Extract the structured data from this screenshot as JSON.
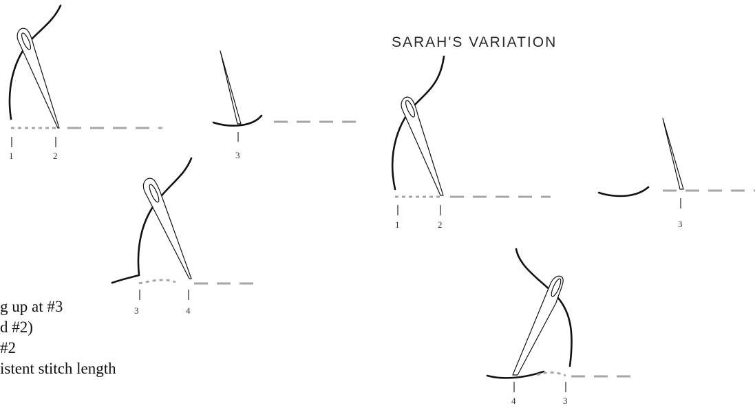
{
  "heading": "SARAH'S VARIATION",
  "instructions": [
    "g up at #3",
    "d #2)",
    "#2",
    "istent stitch length"
  ],
  "labels": {
    "a1": "1",
    "a2": "2",
    "b3": "3",
    "c3": "3",
    "c4": "4",
    "d1": "1",
    "d2": "2",
    "e3": "3",
    "f4": "4",
    "f3": "3"
  },
  "colors": {
    "thread": "#111111",
    "stitch_line": "#a6a6a6",
    "text": "#111111"
  }
}
